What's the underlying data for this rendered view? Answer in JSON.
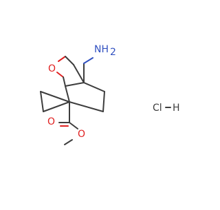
{
  "molecule": {
    "atoms": {
      "ring_oxygen": "O",
      "amine": "NH",
      "amine_h_count": "2",
      "carbonyl_oxygen": "O",
      "ester_oxygen": "O",
      "salt": "Cl",
      "salt_h": "H"
    },
    "colors": {
      "bond": "#3d3d3d",
      "oxygen": "#e02020",
      "nitrogen": "#3050c0",
      "background": "#ffffff"
    }
  }
}
